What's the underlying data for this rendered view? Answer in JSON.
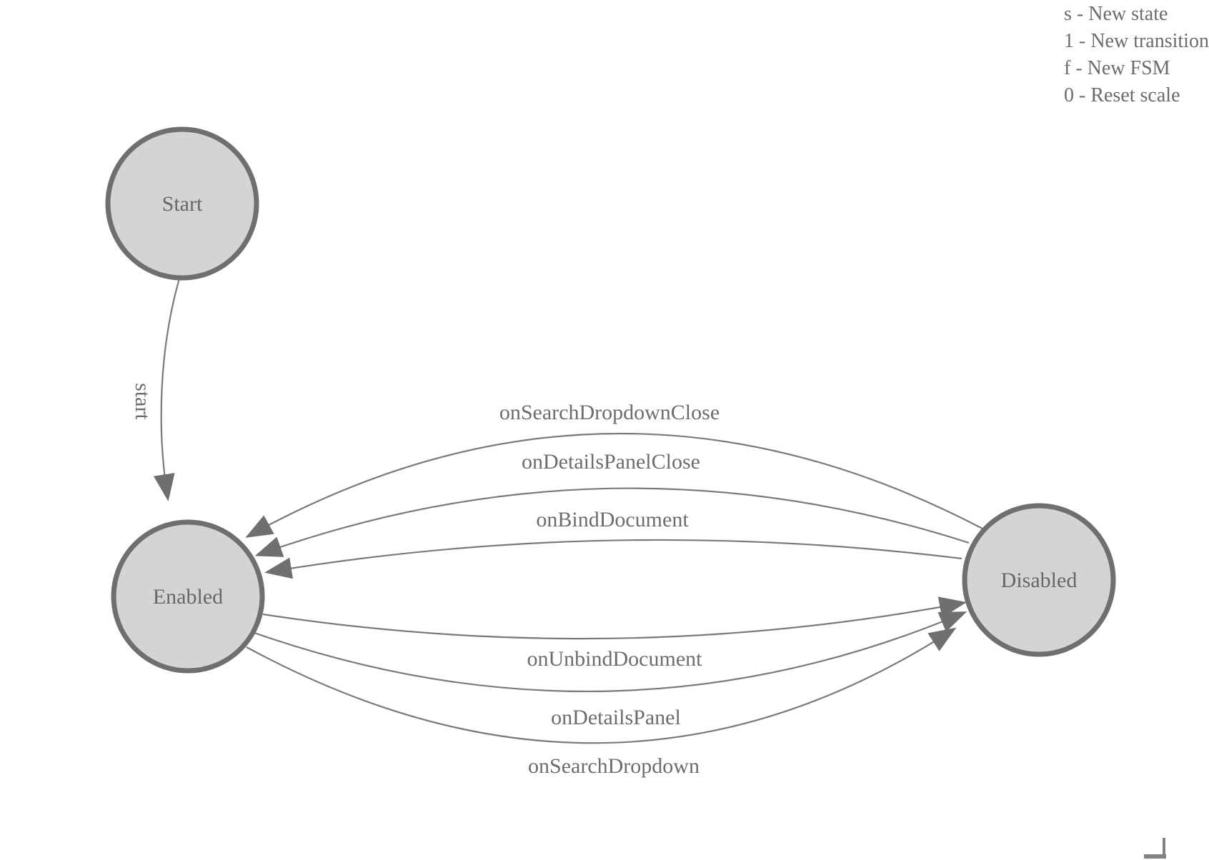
{
  "legend": {
    "items": [
      {
        "text": "s - New state"
      },
      {
        "text": "1 - New transition"
      },
      {
        "text": "f - New FSM"
      },
      {
        "text": "0 - Reset scale"
      }
    ]
  },
  "diagram": {
    "type": "finite-state-machine",
    "states": [
      {
        "id": "start",
        "label": "Start"
      },
      {
        "id": "enabled",
        "label": "Enabled"
      },
      {
        "id": "disabled",
        "label": "Disabled"
      }
    ],
    "transitions": [
      {
        "label": "start",
        "from": "Start",
        "to": "Enabled"
      },
      {
        "label": "onSearchDropdownClose",
        "from": "Disabled",
        "to": "Enabled"
      },
      {
        "label": "onDetailsPanelClose",
        "from": "Disabled",
        "to": "Enabled"
      },
      {
        "label": "onBindDocument",
        "from": "Disabled",
        "to": "Enabled"
      },
      {
        "label": "onUnbindDocument",
        "from": "Enabled",
        "to": "Disabled"
      },
      {
        "label": "onDetailsPanel",
        "from": "Enabled",
        "to": "Disabled"
      },
      {
        "label": "onSearchDropdown",
        "from": "Enabled",
        "to": "Disabled"
      }
    ],
    "colors": {
      "node_fill": "#d4d4d4",
      "node_stroke": "#6f6f6f",
      "edge_stroke": "#7a7a7a",
      "label_text": "#6a6d70",
      "legend_text": "#6b6b6b",
      "background": "#ffffff"
    }
  }
}
